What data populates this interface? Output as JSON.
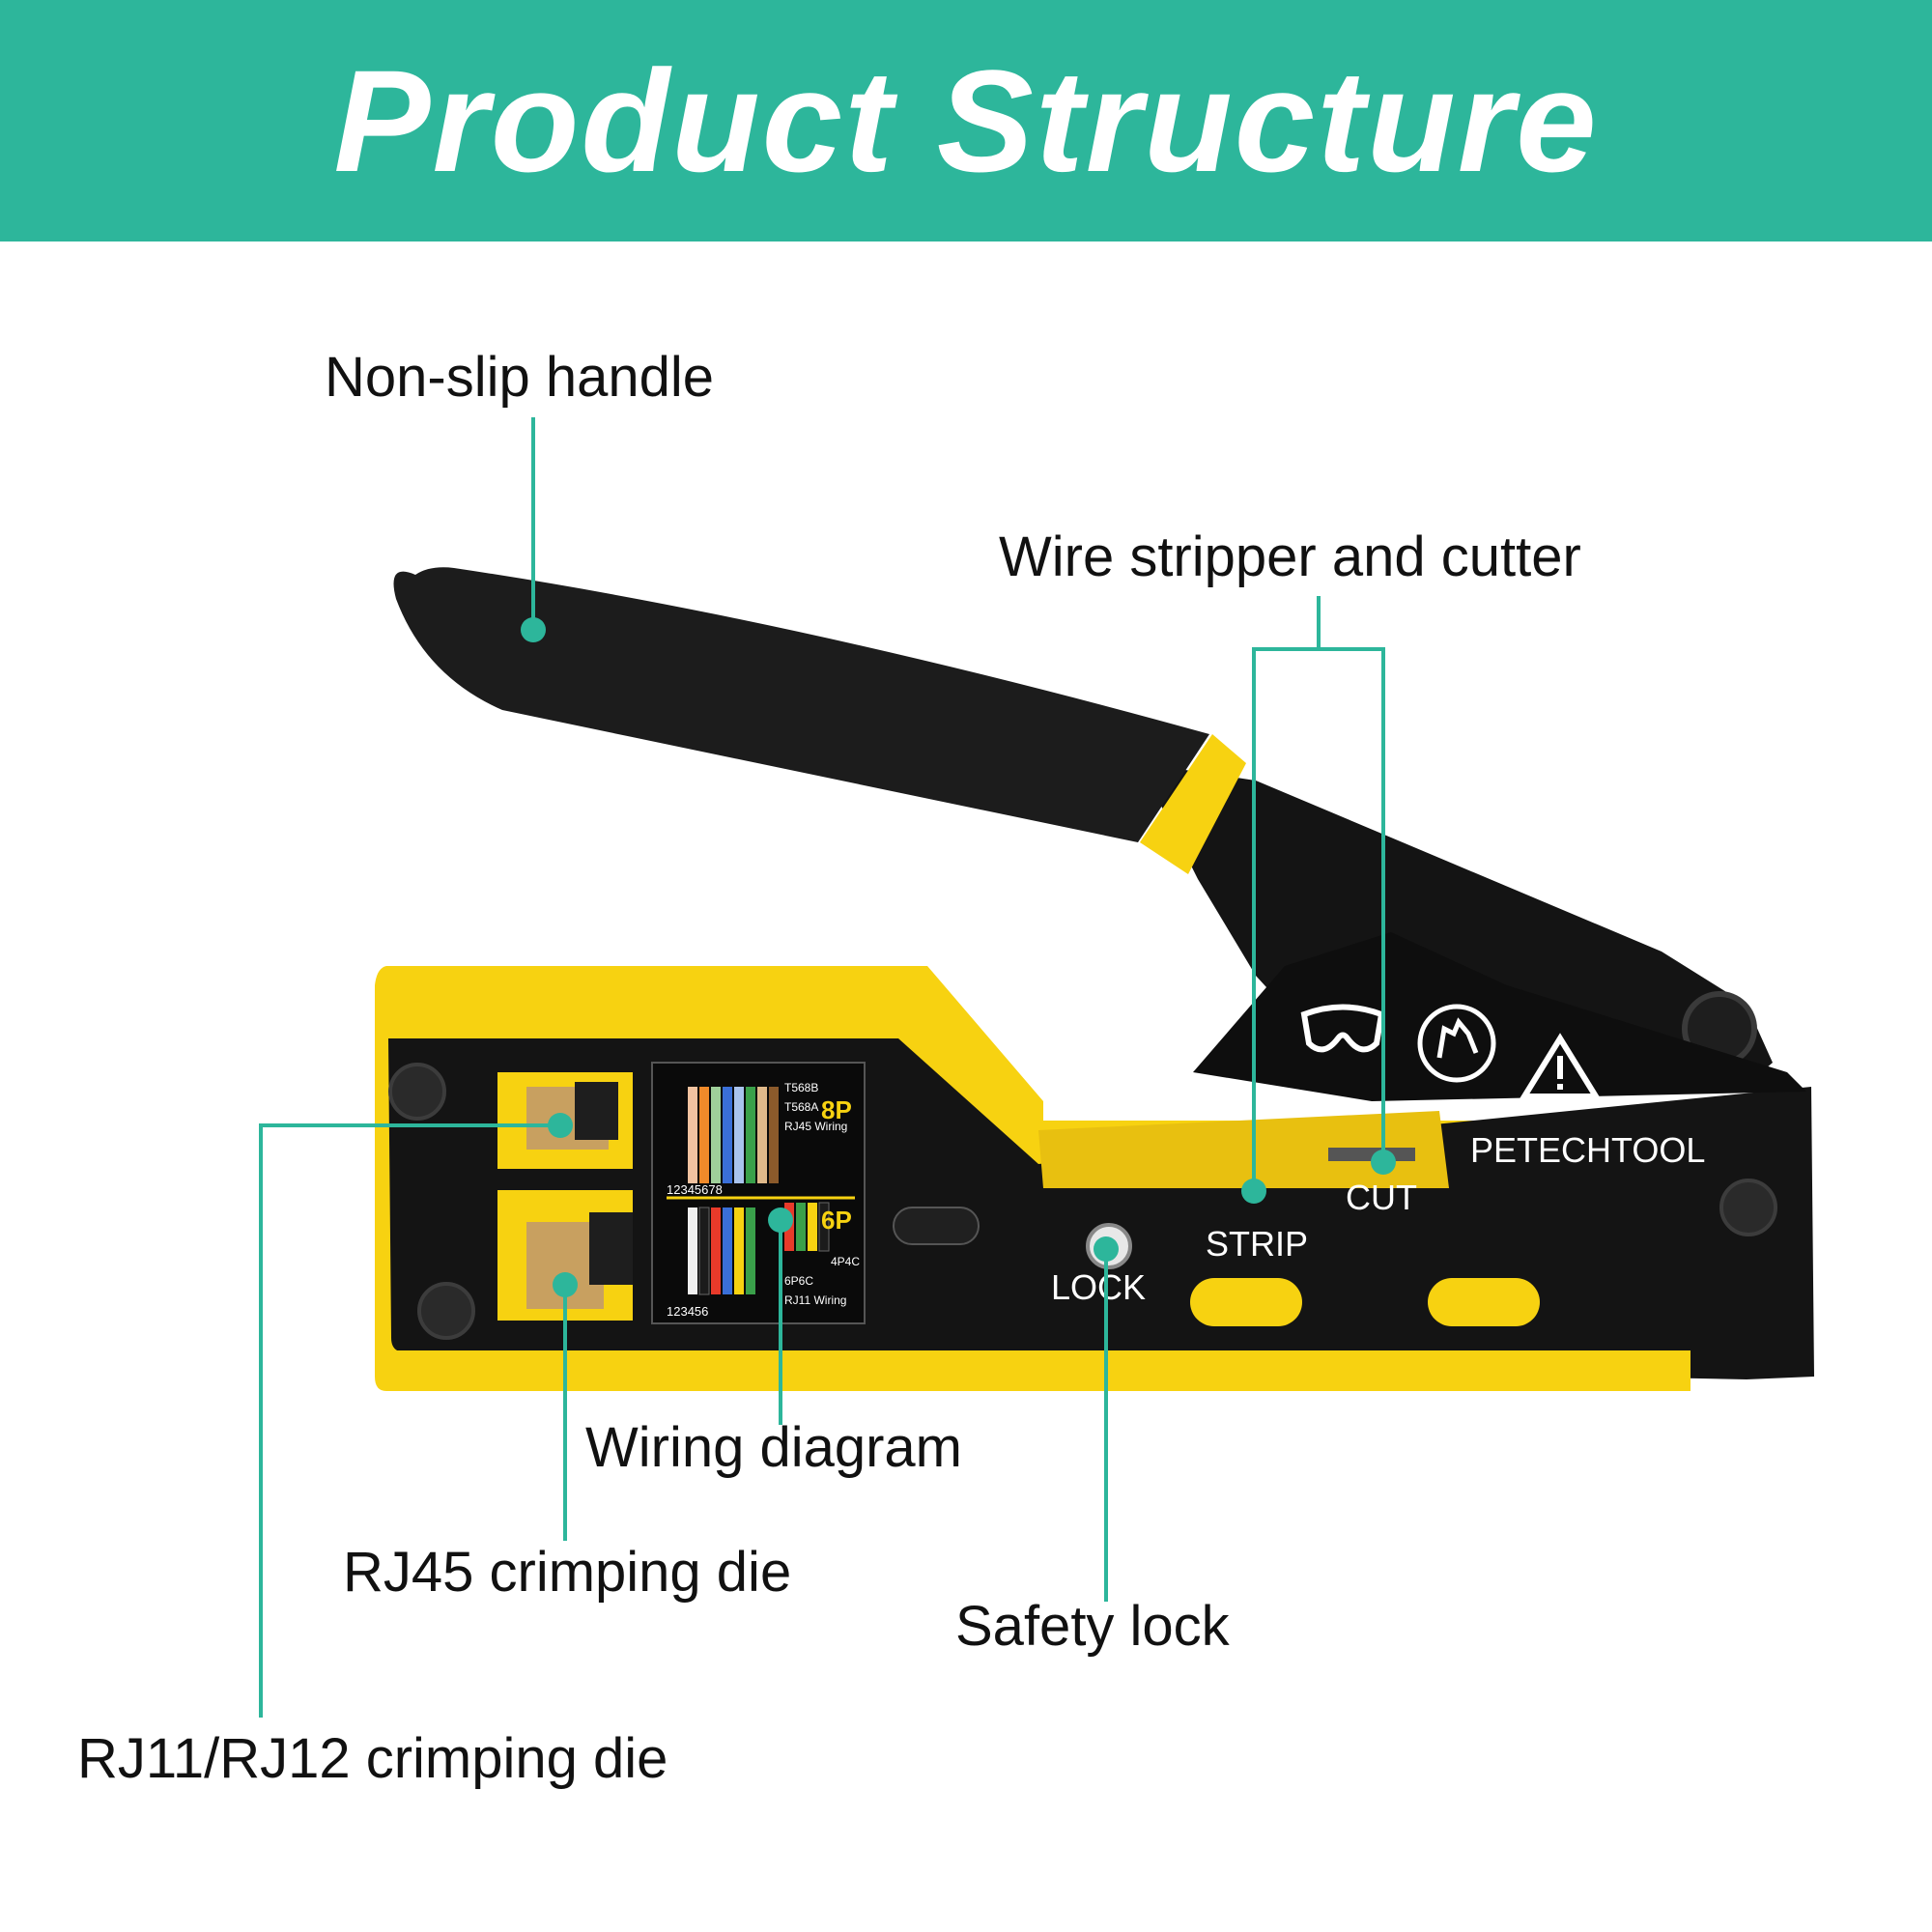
{
  "header": {
    "title": "Product Structure"
  },
  "colors": {
    "accent": "#2db69b",
    "tool_yellow": "#f7d211",
    "tool_black": "#141414"
  },
  "labels": {
    "non_slip_handle": "Non-slip handle",
    "wire_stripper_cutter": "Wire stripper and cutter",
    "wiring_diagram": "Wiring diagram",
    "rj45_die": "RJ45 crimping die",
    "safety_lock": "Safety lock",
    "rj11_rj12_die": "RJ11/RJ12 crimping die"
  },
  "tool_markings": {
    "strip": "STRIP",
    "cut": "CUT",
    "lock": "LOCK",
    "brand": "PETECHTOOL",
    "p8": "8P",
    "p6": "6P",
    "rj45_wiring": "RJ45 Wiring",
    "rj11_wiring": "RJ11 Wiring",
    "t568b": "T568B",
    "t568a": "T568A",
    "c4p4": "4P4C",
    "c6p6": "6P6C",
    "pins8": "12345678",
    "pins6": "123456"
  },
  "icons": [
    "safety-goggles-icon",
    "gloves-icon",
    "warning-triangle-icon"
  ]
}
